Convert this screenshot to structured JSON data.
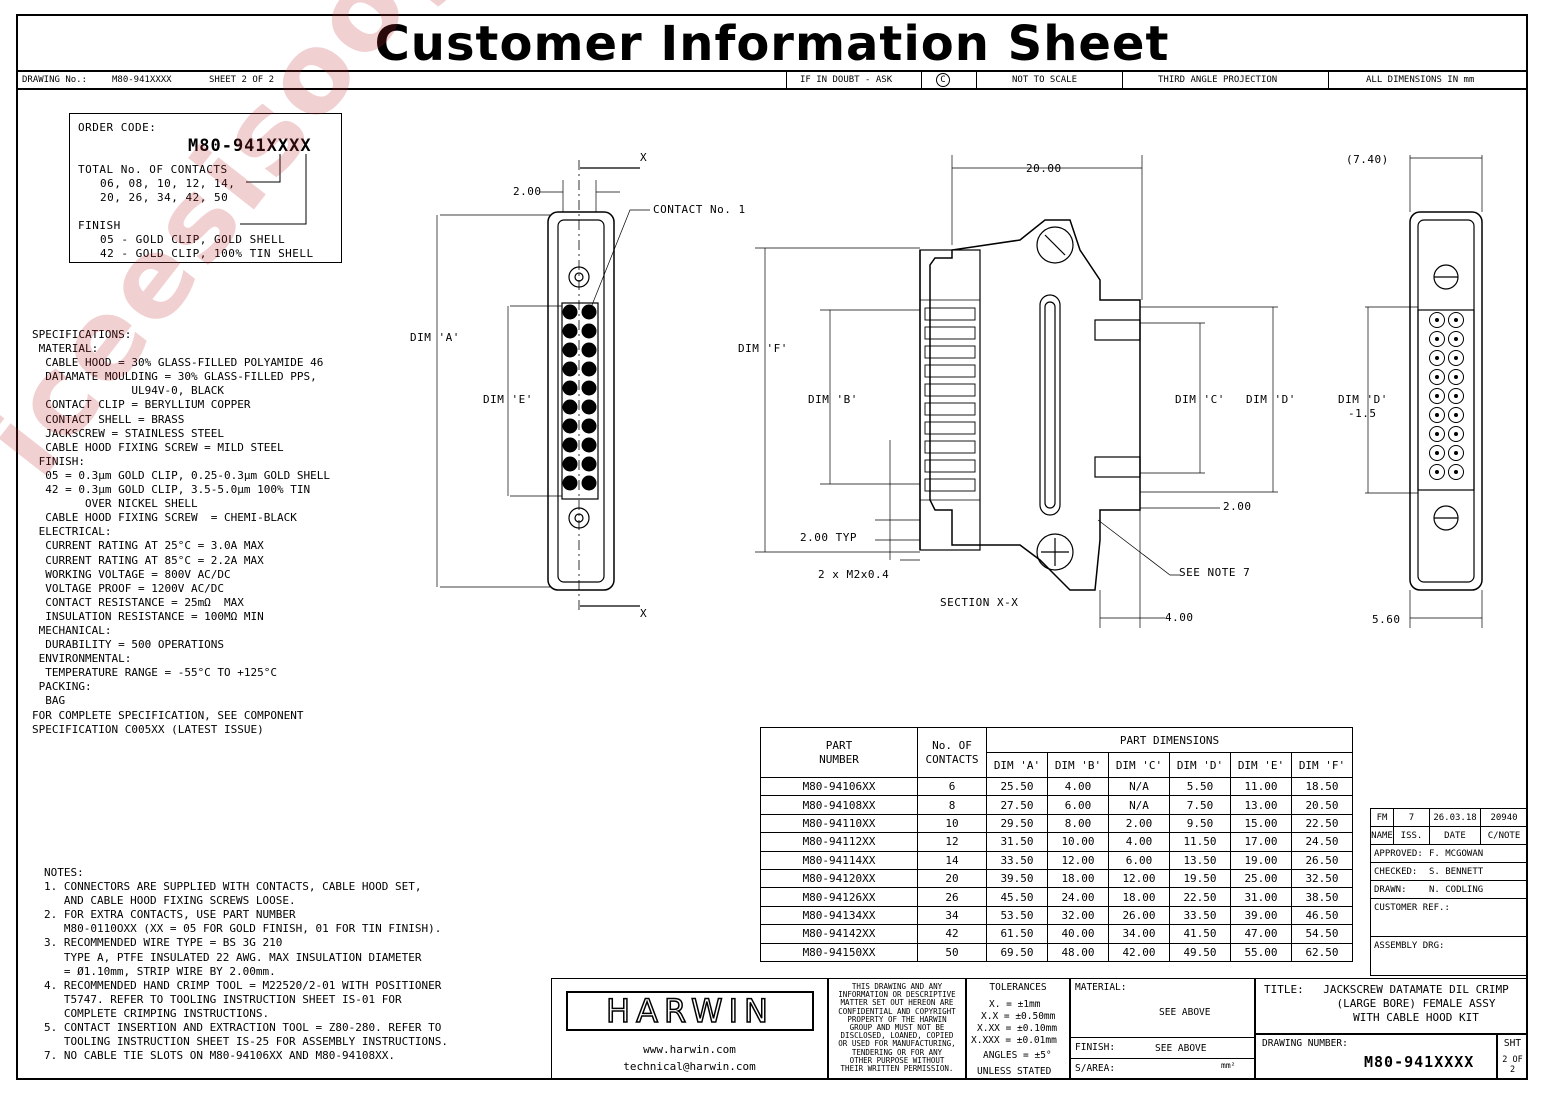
{
  "header": {
    "title": "Customer Information Sheet",
    "drawing_no_label": "DRAWING No.:",
    "drawing_no": "M80-941XXXX",
    "sheet": "SHEET 2 OF 2",
    "if_in_doubt": "IF IN DOUBT - ASK",
    "copyright": "C",
    "not_to_scale": "NOT TO SCALE",
    "projection": "THIRD ANGLE PROJECTION",
    "units": "ALL DIMENSIONS IN mm"
  },
  "order": {
    "label": "ORDER CODE:",
    "code": "M80-941XXXX",
    "contacts_label": "TOTAL No. OF CONTACTS",
    "contacts_line1": "06, 08, 10, 12, 14,",
    "contacts_line2": "20, 26, 34, 42, 50",
    "finish_label": "FINISH",
    "finish_05": "05 - GOLD CLIP, GOLD SHELL",
    "finish_42": "42 - GOLD CLIP, 100% TIN SHELL"
  },
  "specifications": [
    "SPECIFICATIONS:",
    " MATERIAL:",
    "  CABLE HOOD = 30% GLASS-FILLED POLYAMIDE 46",
    "  DATAMATE MOULDING = 30% GLASS-FILLED PPS,",
    "               UL94V-0, BLACK",
    "  CONTACT CLIP = BERYLLIUM COPPER",
    "  CONTACT SHELL = BRASS",
    "  JACKSCREW = STAINLESS STEEL",
    "  CABLE HOOD FIXING SCREW = MILD STEEL",
    " FINISH:",
    "  05 = 0.3μm GOLD CLIP, 0.25-0.3μm GOLD SHELL",
    "  42 = 0.3μm GOLD CLIP, 3.5-5.0μm 100% TIN",
    "        OVER NICKEL SHELL",
    "  CABLE HOOD FIXING SCREW  = CHEMI-BLACK",
    " ELECTRICAL:",
    "  CURRENT RATING AT 25°C = 3.0A MAX",
    "  CURRENT RATING AT 85°C = 2.2A MAX",
    "  WORKING VOLTAGE = 800V AC/DC",
    "  VOLTAGE PROOF = 1200V AC/DC",
    "  CONTACT RESISTANCE = 25mΩ  MAX",
    "  INSULATION RESISTANCE = 100MΩ MIN",
    " MECHANICAL:",
    "  DURABILITY = 500 OPERATIONS",
    " ENVIRONMENTAL:",
    "  TEMPERATURE RANGE = -55°C TO +125°C",
    " PACKING:",
    "  BAG",
    "FOR COMPLETE SPECIFICATION, SEE COMPONENT",
    "SPECIFICATION C005XX (LATEST ISSUE)"
  ],
  "notes": [
    "NOTES:",
    "1. CONNECTORS ARE SUPPLIED WITH CONTACTS, CABLE HOOD SET,",
    "   AND CABLE HOOD FIXING SCREWS LOOSE.",
    "2. FOR EXTRA CONTACTS, USE PART NUMBER",
    "   M80-0110OXX (XX = 05 FOR GOLD FINISH, 01 FOR TIN FINISH).",
    "3. RECOMMENDED WIRE TYPE = BS 3G 210",
    "   TYPE A, PTFE INSULATED 22 AWG. MAX INSULATION DIAMETER",
    "   = Ø1.10mm, STRIP WIRE BY 2.00mm.",
    "4. RECOMMENDED HAND CRIMP TOOL = M22520/2-01 WITH POSITIONER",
    "   T5747. REFER TO TOOLING INSTRUCTION SHEET IS-01 FOR",
    "   COMPLETE CRIMPING INSTRUCTIONS.",
    "5. CONTACT INSERTION AND EXTRACTION TOOL = Z80-280. REFER TO",
    "   TOOLING INSTRUCTION SHEET IS-25 FOR ASSEMBLY INSTRUCTIONS.",
    "7. NO CABLE TIE SLOTS ON M80-94106XX AND M80-94108XX."
  ],
  "drawing_labels": {
    "x_top": "X",
    "x_bottom": "X",
    "dim_200_top": "2.00",
    "contact_no1": "CONTACT No. 1",
    "dim_a": "DIM 'A'",
    "dim_e": "DIM 'E'",
    "dim_2000": "20.00",
    "dim_f": "DIM 'F'",
    "dim_b": "DIM 'B'",
    "dim_c": "DIM 'C'",
    "dim_d": "DIM 'D'",
    "dim_200_typ": "2.00 TYP",
    "m2": "2 x M2x0.4",
    "section": "SECTION X-X",
    "dim_200_right": "2.00",
    "see_note7": "SEE NOTE 7",
    "dim_400": "4.00",
    "dim_740": "(7.40)",
    "dim_d_minus": "DIM 'D'",
    "dim_d_minus2": "-1.5",
    "dim_560": "5.60"
  },
  "parts_table": {
    "h_part": "PART",
    "h_number": "NUMBER",
    "h_no_of": "No. OF",
    "h_contacts": "CONTACTS",
    "h_part_dims": "PART DIMENSIONS",
    "dim_headers": [
      "DIM 'A'",
      "DIM 'B'",
      "DIM 'C'",
      "DIM 'D'",
      "DIM 'E'",
      "DIM 'F'"
    ],
    "rows": [
      [
        "M80-94106XX",
        "6",
        "25.50",
        "4.00",
        "N/A",
        "5.50",
        "11.00",
        "18.50"
      ],
      [
        "M80-94108XX",
        "8",
        "27.50",
        "6.00",
        "N/A",
        "7.50",
        "13.00",
        "20.50"
      ],
      [
        "M80-94110XX",
        "10",
        "29.50",
        "8.00",
        "2.00",
        "9.50",
        "15.00",
        "22.50"
      ],
      [
        "M80-94112XX",
        "12",
        "31.50",
        "10.00",
        "4.00",
        "11.50",
        "17.00",
        "24.50"
      ],
      [
        "M80-94114XX",
        "14",
        "33.50",
        "12.00",
        "6.00",
        "13.50",
        "19.00",
        "26.50"
      ],
      [
        "M80-94120XX",
        "20",
        "39.50",
        "18.00",
        "12.00",
        "19.50",
        "25.00",
        "32.50"
      ],
      [
        "M80-94126XX",
        "26",
        "45.50",
        "24.00",
        "18.00",
        "22.50",
        "31.00",
        "38.50"
      ],
      [
        "M80-94134XX",
        "34",
        "53.50",
        "32.00",
        "26.00",
        "33.50",
        "39.00",
        "46.50"
      ],
      [
        "M80-94142XX",
        "42",
        "61.50",
        "40.00",
        "34.00",
        "41.50",
        "47.00",
        "54.50"
      ],
      [
        "M80-94150XX",
        "50",
        "69.50",
        "48.00",
        "42.00",
        "49.50",
        "55.00",
        "62.50"
      ]
    ]
  },
  "revision": {
    "fm": "FM",
    "iss": "7",
    "date": "26.03.18",
    "cnote": "20940",
    "h_name": "NAME",
    "h_iss": "ISS.",
    "h_date": "DATE",
    "h_cnote": "C/NOTE",
    "approved_label": "APPROVED:",
    "approved": "F. MCGOWAN",
    "checked_label": "CHECKED:",
    "checked": "S. BENNETT",
    "drawn_label": "DRAWN:",
    "drawn": "N. CODLING",
    "customer_ref": "CUSTOMER REF.:",
    "assembly_drg": "ASSEMBLY DRG:"
  },
  "title_block": {
    "logo": "HARWIN",
    "web": "www.harwin.com",
    "email": "technical@harwin.com",
    "disclaimer": [
      "THIS DRAWING AND ANY",
      "INFORMATION OR DESCRIPTIVE",
      "MATTER SET OUT HEREON ARE",
      "CONFIDENTIAL AND COPYRIGHT",
      "PROPERTY OF THE HARWIN",
      "GROUP AND MUST NOT BE",
      "DISCLOSED, LOANED, COPIED",
      "OR USED FOR MANUFACTURING,",
      "TENDERING OR FOR ANY",
      "OTHER PURPOSE WITHOUT",
      "THEIR WRITTEN PERMISSION."
    ],
    "tolerances_label": "TOLERANCES",
    "tol_x": "X.  = ±1mm",
    "tol_xx": "X.X  = ±0.50mm",
    "tol_xxx": "X.XX  = ±0.10mm",
    "tol_xxxx": "X.XXX = ±0.01mm",
    "angles": "ANGLES = ±5°",
    "unless": "UNLESS STATED",
    "material_label": "MATERIAL:",
    "material": "SEE ABOVE",
    "finish_label": "FINISH:",
    "finish": "SEE ABOVE",
    "sarea_label": "S/AREA:",
    "sarea_unit": "mm²",
    "title_label": "TITLE:",
    "title_l1": "JACKSCREW DATAMATE DIL CRIMP",
    "title_l2": "(LARGE BORE)  FEMALE ASSY",
    "title_l3": "WITH CABLE HOOD KIT",
    "drawing_number_label": "DRAWING NUMBER:",
    "drawing_number": "M80-941XXXX",
    "sht_label": "SHT",
    "sht": "2 OF 2"
  },
  "watermark": "iceesisoog.com"
}
